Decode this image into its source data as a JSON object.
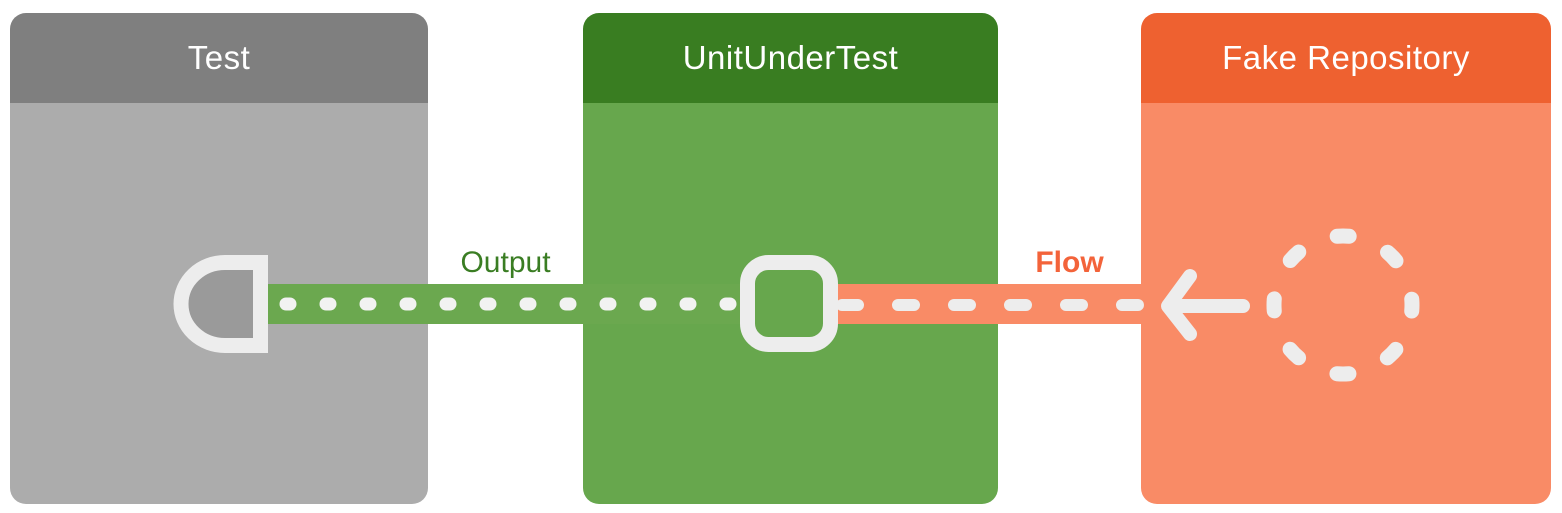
{
  "diagram": {
    "boxes": [
      {
        "title": "Test"
      },
      {
        "title": "UnitUnderTest"
      },
      {
        "title": "Fake Repository"
      }
    ],
    "connections": {
      "output": {
        "label": "Output",
        "style": "dotted-line",
        "from": "unit-under-test",
        "to": "test"
      },
      "flow": {
        "label": "Flow",
        "style": "dashed-line",
        "from": "fake-repository",
        "to": "unit-under-test"
      }
    },
    "icons": [
      "collector-icon",
      "state-square-icon",
      "arrow-left-icon",
      "dashed-circle-icon"
    ]
  },
  "colors": {
    "test_header": "#7F7F7F",
    "test_body": "#ACACAC",
    "uut_header": "#397D21",
    "uut_body": "#67A74D",
    "fake_header": "#EE6130",
    "fake_body": "#F98B66",
    "green_band": "#6BA84F",
    "orange_band": "#F98B66",
    "output_label_color": "#3A7D23",
    "flow_label_color": "#F3633A",
    "icon_stroke": "#EDEDED",
    "dot_color": "#F2F2F2",
    "collector_fill": "#9A9A9A"
  }
}
